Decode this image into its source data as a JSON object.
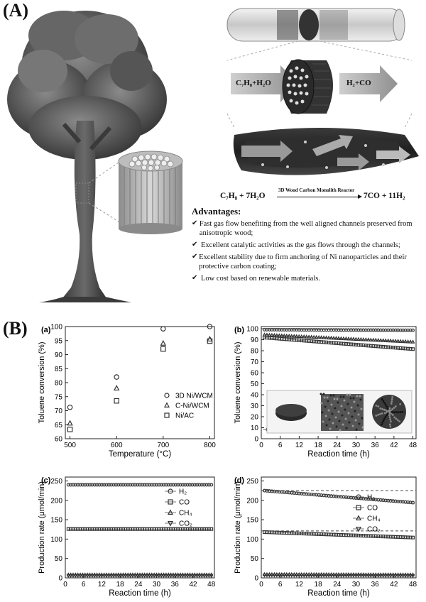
{
  "panel_a": {
    "label": "(A)",
    "reaction_left": "C₇H₈+H₂O",
    "reaction_right": "H₂+CO",
    "equation": {
      "lhs": "C₇H₈ + 7H₂O",
      "arrow_label": "3D Wood Carbon Monolith Reactor",
      "rhs": "7CO + 11H₂"
    },
    "advantages_title": "Advantages:",
    "advantages": [
      "Fast gas flow benefiting from the well aligned channels preserved from anisotropic wood;",
      "Excellent catalytic activities as the gas flows through the channels;",
      "Excellent stability due to firm anchoring of Ni nanoparticles and their protective carbon coating;",
      "Low cost based on renewable materials."
    ]
  },
  "panel_b": {
    "label": "(B)"
  },
  "chart_data": [
    {
      "id": "a",
      "panel_label": "(a)",
      "type": "scatter",
      "xlabel": "Temperature (°C)",
      "ylabel": "Toluene conversion (%)",
      "xlim": [
        490,
        810
      ],
      "ylim": [
        60,
        100
      ],
      "xticks": [
        500,
        600,
        700,
        800
      ],
      "yticks": [
        60,
        65,
        70,
        75,
        80,
        85,
        90,
        95,
        100
      ],
      "series": [
        {
          "name": "3D Ni/WCM",
          "marker": "circle",
          "x": [
            500,
            600,
            700,
            800
          ],
          "y": [
            71.2,
            82.0,
            99.2,
            100.0
          ]
        },
        {
          "name": "C-Ni/WCM",
          "marker": "triangle",
          "x": [
            500,
            600,
            700,
            800
          ],
          "y": [
            65.5,
            78.0,
            94.0,
            95.5
          ]
        },
        {
          "name": "Ni/AC",
          "marker": "square",
          "x": [
            500,
            600,
            700,
            800
          ],
          "y": [
            63.3,
            73.5,
            92.0,
            94.8
          ]
        }
      ],
      "legend": "right"
    },
    {
      "id": "b",
      "panel_label": "(b)",
      "type": "line",
      "xlabel": "Reaction time (h)",
      "ylabel": "Toluene conversion (%)",
      "xlim": [
        0,
        49
      ],
      "ylim": [
        0,
        102
      ],
      "xticks": [
        0,
        6,
        12,
        18,
        24,
        30,
        36,
        42,
        48
      ],
      "yticks": [
        0,
        10,
        20,
        30,
        40,
        50,
        60,
        70,
        80,
        90,
        100
      ],
      "series": [
        {
          "name": "3D Ni/WCM",
          "marker": "circle",
          "start": 99.2,
          "end": 98.6
        },
        {
          "name": "C-Ni/WCM",
          "marker": "triangle",
          "start": 94.5,
          "end": 88.0
        },
        {
          "name": "Ni/AC",
          "marker": "square",
          "start": 92.0,
          "end": 81.5
        }
      ],
      "legend": "bottom"
    },
    {
      "id": "c",
      "panel_label": "(c)",
      "type": "line",
      "xlabel": "Reaction time (h)",
      "ylabel": "Production rate (μmol/min)",
      "xlim": [
        0,
        49
      ],
      "ylim": [
        0,
        260
      ],
      "xticks": [
        0,
        6,
        12,
        18,
        24,
        30,
        36,
        42,
        48
      ],
      "yticks": [
        0,
        50,
        100,
        150,
        200,
        250
      ],
      "series": [
        {
          "name": "H₂",
          "marker": "circle",
          "start": 240,
          "end": 240
        },
        {
          "name": "CO",
          "marker": "square",
          "start": 126,
          "end": 126
        },
        {
          "name": "CH₄",
          "marker": "triangle",
          "start": 8,
          "end": 8
        },
        {
          "name": "CO₂",
          "marker": "triangle-down",
          "start": 6,
          "end": 6
        }
      ],
      "legend": "right"
    },
    {
      "id": "d",
      "panel_label": "(d)",
      "type": "line",
      "xlabel": "Reaction time (h)",
      "ylabel": "Production rate (μmol/min)",
      "xlim": [
        0,
        49
      ],
      "ylim": [
        0,
        260
      ],
      "xticks": [
        0,
        6,
        12,
        18,
        24,
        30,
        36,
        42,
        48
      ],
      "yticks": [
        0,
        50,
        100,
        150,
        200,
        250
      ],
      "reference_lines": [
        225,
        121
      ],
      "series": [
        {
          "name": "H₂",
          "marker": "circle",
          "start": 225,
          "end": 194
        },
        {
          "name": "CO",
          "marker": "square",
          "start": 118,
          "end": 104
        },
        {
          "name": "CH₄",
          "marker": "triangle",
          "start": 9,
          "end": 8
        },
        {
          "name": "CO₂",
          "marker": "triangle-down",
          "start": 7,
          "end": 6
        }
      ],
      "legend": "right"
    }
  ]
}
